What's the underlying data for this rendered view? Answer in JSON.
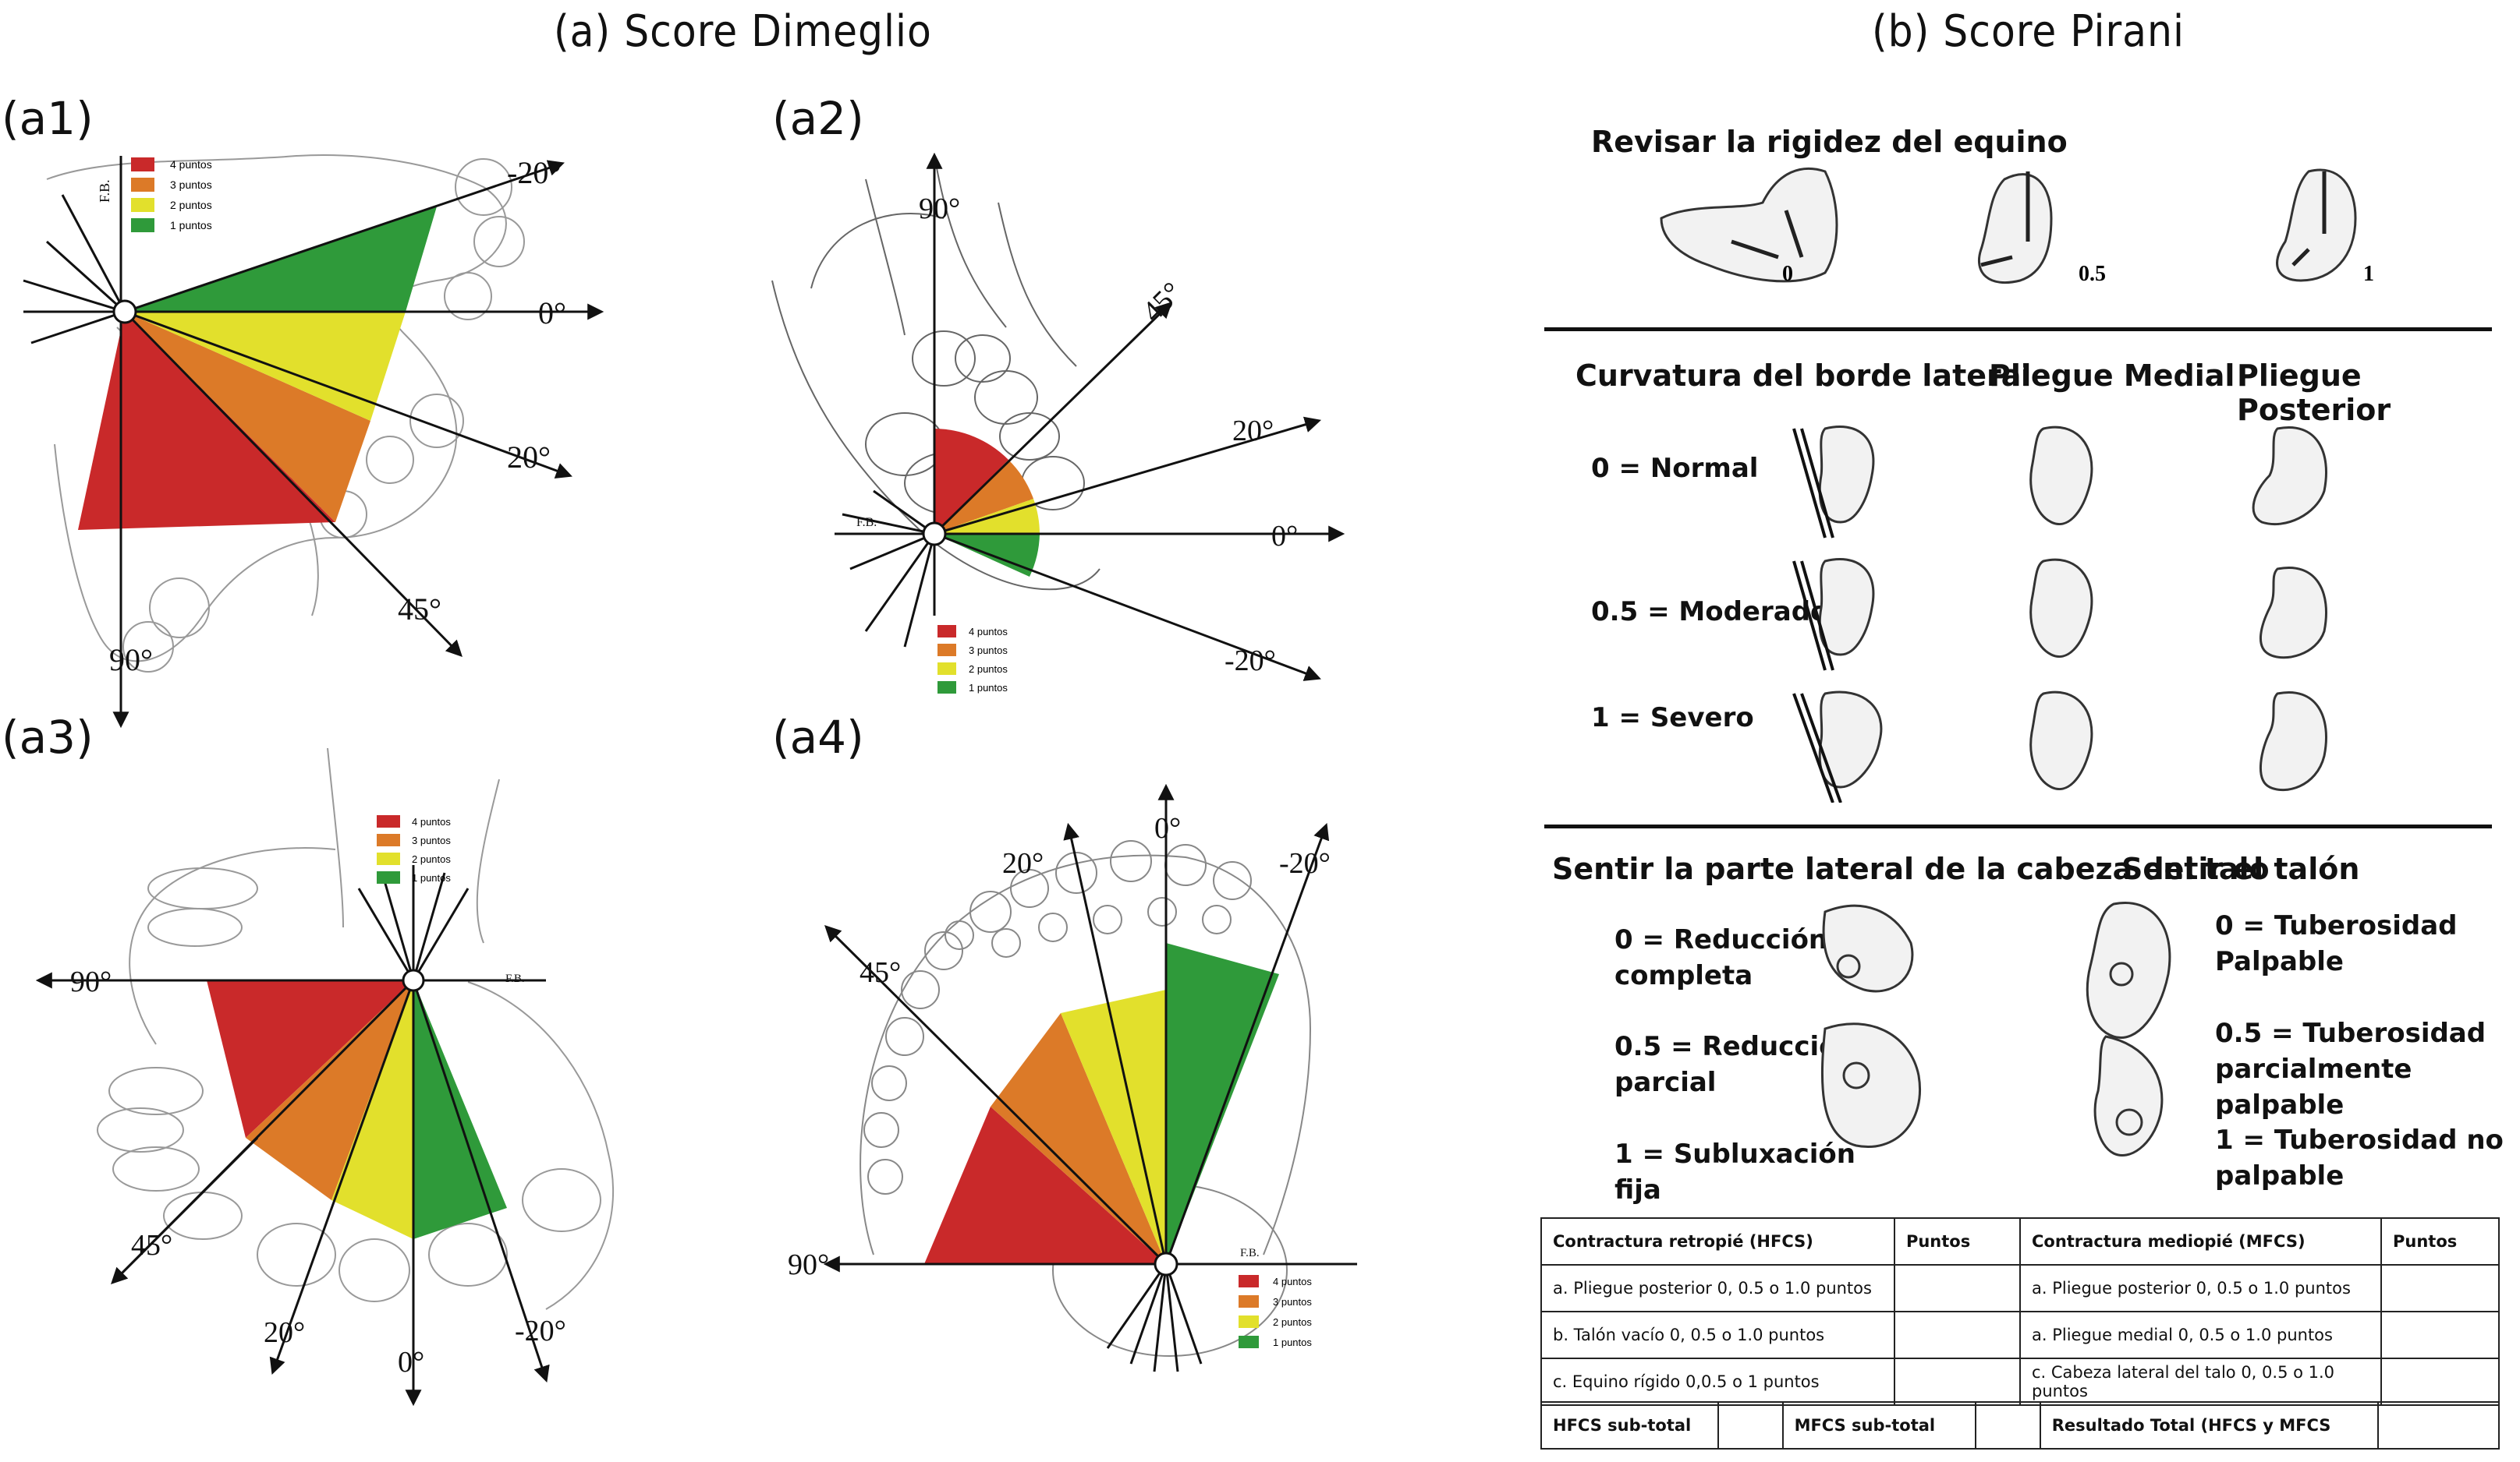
{
  "titles": {
    "left": "(a) Score Dimeglio",
    "right": "(b) Score Pirani"
  },
  "panels": {
    "a1": "(a1)",
    "a2": "(a2)",
    "a3": "(a3)",
    "a4": "(a4)"
  },
  "legend": {
    "items": [
      {
        "label": "4 puntos",
        "color": "#d42a26"
      },
      {
        "label": "3 puntos",
        "color": "#e07a22"
      },
      {
        "label": "2 puntos",
        "color": "#e3e02a"
      },
      {
        "label": "1 puntos",
        "color": "#2f9a3a"
      }
    ]
  },
  "angles": {
    "a1": {
      "neg20": "-20°",
      "zero": "0°",
      "pos20": "20°",
      "pos45": "45°",
      "pos90": "90°",
      "fb": "F.B."
    },
    "a2": {
      "pos90": "90°",
      "pos45": "45°",
      "pos20": "20°",
      "zero": "0°",
      "neg20": "-20°",
      "fb": "F.B."
    },
    "a3": {
      "pos90": "90°",
      "pos45": "45°",
      "pos20": "20°",
      "zero": "0°",
      "neg20": "-20°",
      "fb": "F.B."
    },
    "a4": {
      "pos90": "90°",
      "pos45": "45°",
      "pos20": "20°",
      "zero": "0°",
      "neg20": "-20°",
      "fb": "F.B."
    }
  },
  "pirani": {
    "equino_title": "Revisar la rigidez del equino",
    "equino_scores": [
      "0",
      "0.5",
      "1"
    ],
    "col_headers": [
      "Curvatura del borde lateral",
      "Pliegue Medial",
      "Pliegue Posterior"
    ],
    "rows": [
      "0 = Normal",
      "0.5 = Moderado",
      "1 = Severo"
    ],
    "talo_title": "Sentir la parte lateral de la cabeza del talo",
    "talo_items": [
      {
        "l1": "0 = Reducción",
        "l2": "completa"
      },
      {
        "l1": "0.5 = Reducción",
        "l2": "parcial"
      },
      {
        "l1": "1 = Subluxación",
        "l2": "fija"
      }
    ],
    "talon_title": "Sentir el talón",
    "talon_items": [
      {
        "l1": "0 = Tuberosidad",
        "l2": "Palpable"
      },
      {
        "l1": "0.5 = Tuberosidad",
        "l2": "parcialmente palpable"
      },
      {
        "l1": "1 = Tuberosidad no",
        "l2": "palpable"
      }
    ],
    "table": {
      "h1": "Contractura retropié (HFCS)",
      "h2": "Puntos",
      "h3": "Contractura mediopié (MFCS)",
      "h4": "Puntos",
      "r1a": "a. Pliegue posterior 0, 0.5 o 1.0 puntos",
      "r1b": "a. Pliegue posterior 0, 0.5 o 1.0 puntos",
      "r2a": "b. Talón vacío 0, 0.5 o 1.0 puntos",
      "r2b": "a. Pliegue medial 0, 0.5 o 1.0 puntos",
      "r3a": "c. Equino rígido 0,0.5 o 1 puntos",
      "r3b": "c. Cabeza lateral del talo 0, 0.5 o 1.0 puntos",
      "f1": "HFCS sub-total",
      "f2": "MFCS sub-total",
      "f3": "Resultado Total (HFCS y MFCS"
    }
  }
}
